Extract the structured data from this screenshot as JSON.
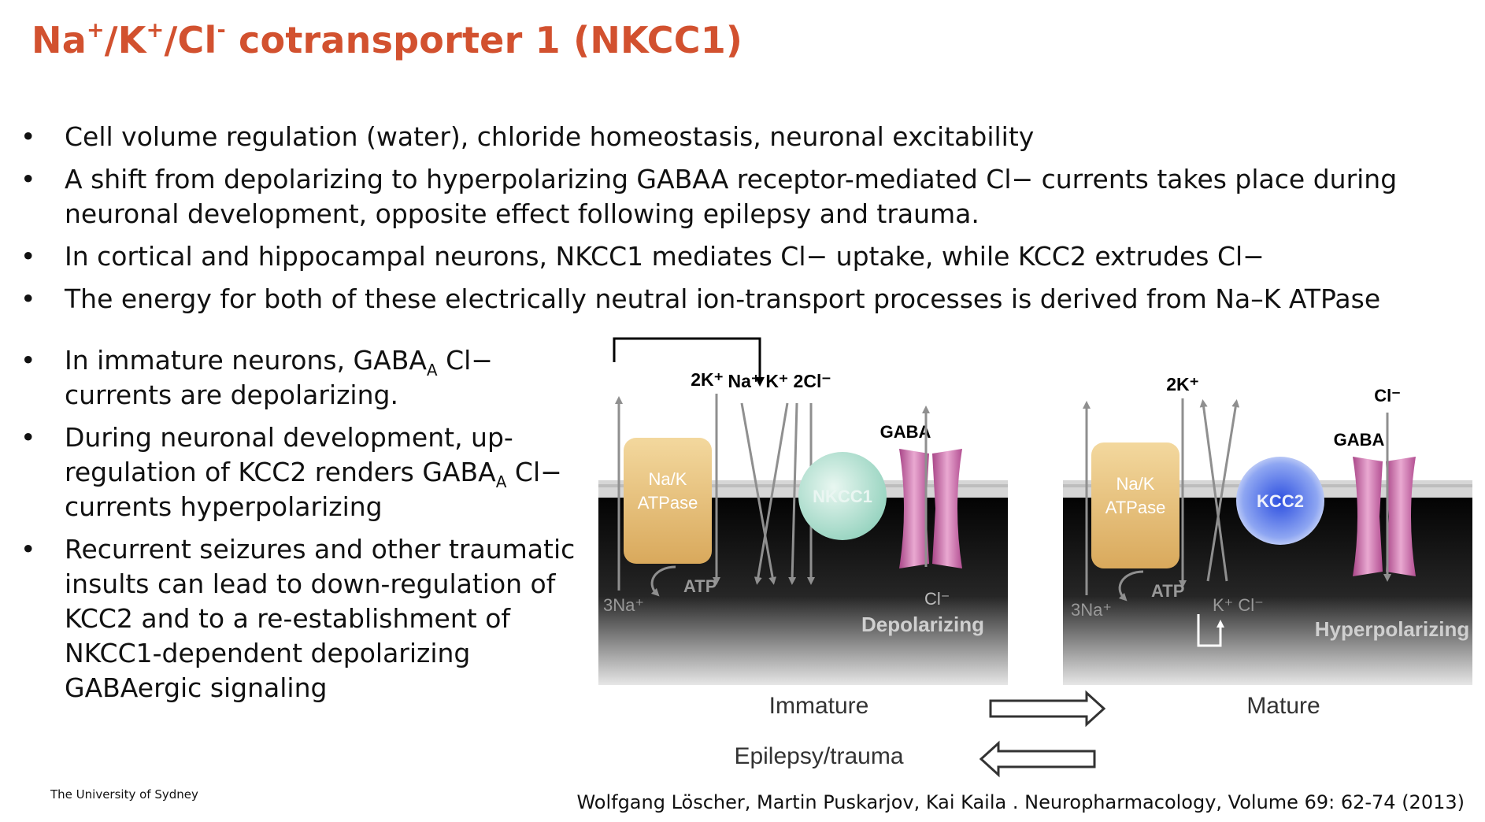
{
  "title": {
    "ion1": "Na",
    "ion1_sup": "+",
    "sep1": "/",
    "ion2": "K",
    "ion2_sup": "+",
    "sep2": "/",
    "ion3": "Cl",
    "ion3_sup": "-",
    "rest": " cotransporter 1 (NKCC1)"
  },
  "bullet_symbol": "•",
  "top_bullets": [
    "Cell volume regulation (water), chloride homeostasis, neuronal excitability",
    "A shift from depolarizing to hyperpolarizing GABAA receptor-mediated Cl− currents takes place during neuronal development, opposite effect following epilepsy and trauma.",
    "In cortical and hippocampal neurons, NKCC1 mediates Cl− uptake, while KCC2 extrudes Cl−",
    "The energy for both of these electrically neutral ion-transport processes is derived from Na–K ATPase"
  ],
  "left_bullets": {
    "b1_pre": "In immature neurons, GABA",
    "b1_sub": "A",
    "b1_post": " Cl− currents are depolarizing.",
    "b2_pre": "During neuronal development, up-regulation of KCC2 renders GABA",
    "b2_sub": "A",
    "b2_post": " Cl− currents hyperpolarizing",
    "b3": "Recurrent seizures and other traumatic insults can lead to down-regulation of KCC2 and to a re-establishment of NKCC1-dependent depolarizing GABAergic signaling"
  },
  "figure": {
    "left_panel": {
      "pump_label_1": "Na/K",
      "pump_label_2": "ATPase",
      "k_label": "2K⁺",
      "cotrans_ions": "Na⁺ K⁺ 2Cl⁻",
      "transporter": "NKCC1",
      "gaba": "GABA",
      "atp": "ATP",
      "na_out": "3Na⁺",
      "cl": "Cl⁻",
      "state": "Depolarizing"
    },
    "right_panel": {
      "pump_label_1": "Na/K",
      "pump_label_2": "ATPase",
      "k_label": "2K⁺",
      "cl_top": "Cl⁻",
      "transporter": "KCC2",
      "gaba": "GABA",
      "atp": "ATP",
      "na_out": "3Na⁺",
      "kcl": "K⁺ Cl⁻",
      "state": "Hyperpolarizing"
    },
    "immature": "Immature",
    "mature": "Mature",
    "epilepsy": "Epilepsy/trauma"
  },
  "footer": {
    "institution": "The University of Sydney",
    "citation": "Wolfgang Löscher, Martin Puskarjov, Kai Kaila . Neuropharmacology, Volume 69: 62-74 (2013)"
  },
  "colors": {
    "title": "#d2512f",
    "pump": "#e8c178",
    "nkcc1": "#a6dccb",
    "kcc2": "#3b5fe0",
    "gaba_channel": "#c4689f",
    "cytoplasm": "#1d1d1d"
  }
}
